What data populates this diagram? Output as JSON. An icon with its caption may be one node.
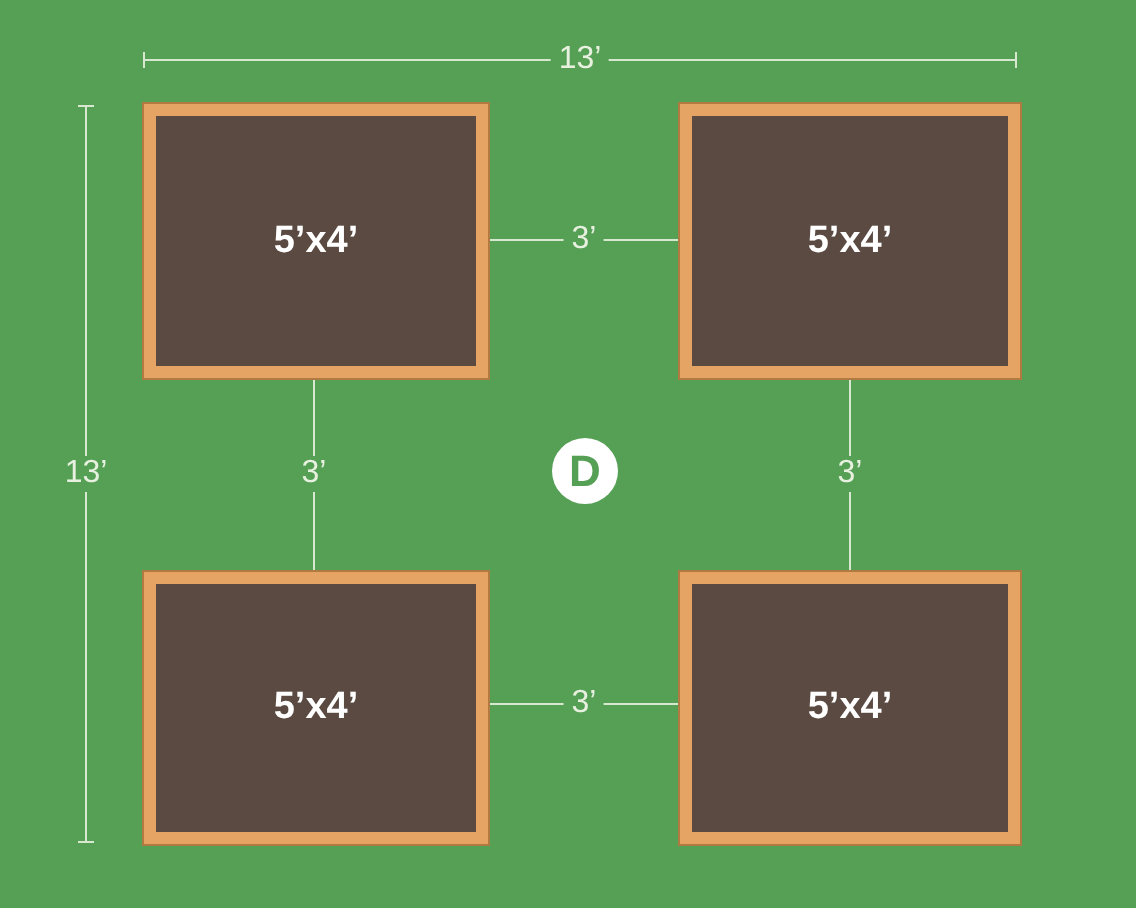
{
  "diagram": {
    "nodes": [
      {
        "text": [
          "5’x4’"
        ]
      },
      {
        "text": [
          "5’x4’"
        ]
      },
      {
        "text": [
          "D"
        ]
      },
      {
        "text": [
          "5’x4’"
        ]
      },
      {
        "text": [
          "5’x4’"
        ]
      }
    ],
    "labels": [
      "13’",
      "3’",
      "13’",
      "3’",
      "3’",
      "3’"
    ]
  }
}
